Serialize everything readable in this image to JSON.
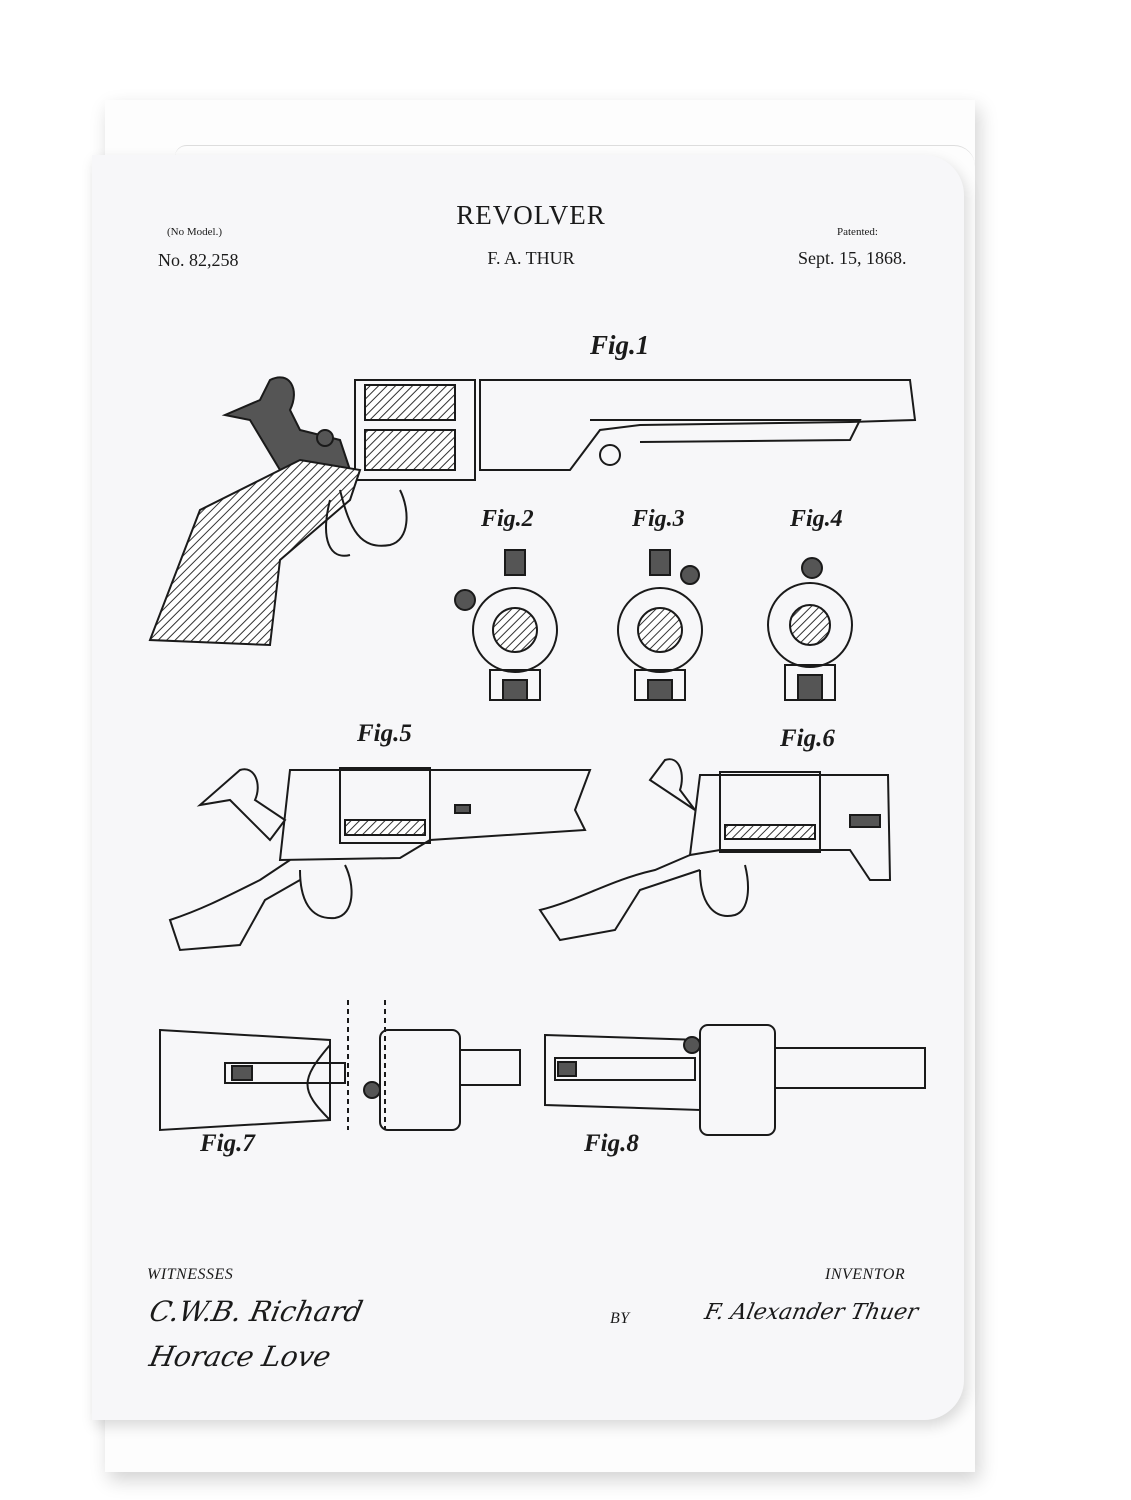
{
  "patent": {
    "title": "REVOLVER",
    "model_note": "(No Model.)",
    "number": "No. 82,258",
    "inventor": "F. A. THUR",
    "patented_label": "Patented:",
    "date": "Sept. 15, 1868."
  },
  "figures": [
    "Fig.1",
    "Fig.2",
    "Fig.3",
    "Fig.4",
    "Fig.5",
    "Fig.6",
    "Fig.7",
    "Fig.8"
  ],
  "footer": {
    "witnesses_label": "WITNESSES",
    "inventor_label": "INVENTOR",
    "by_label": "BY",
    "witness_signatures": [
      "C.W.B. Richard",
      "Horace Love"
    ],
    "inventor_signature": "F. Alexander Thuer"
  }
}
